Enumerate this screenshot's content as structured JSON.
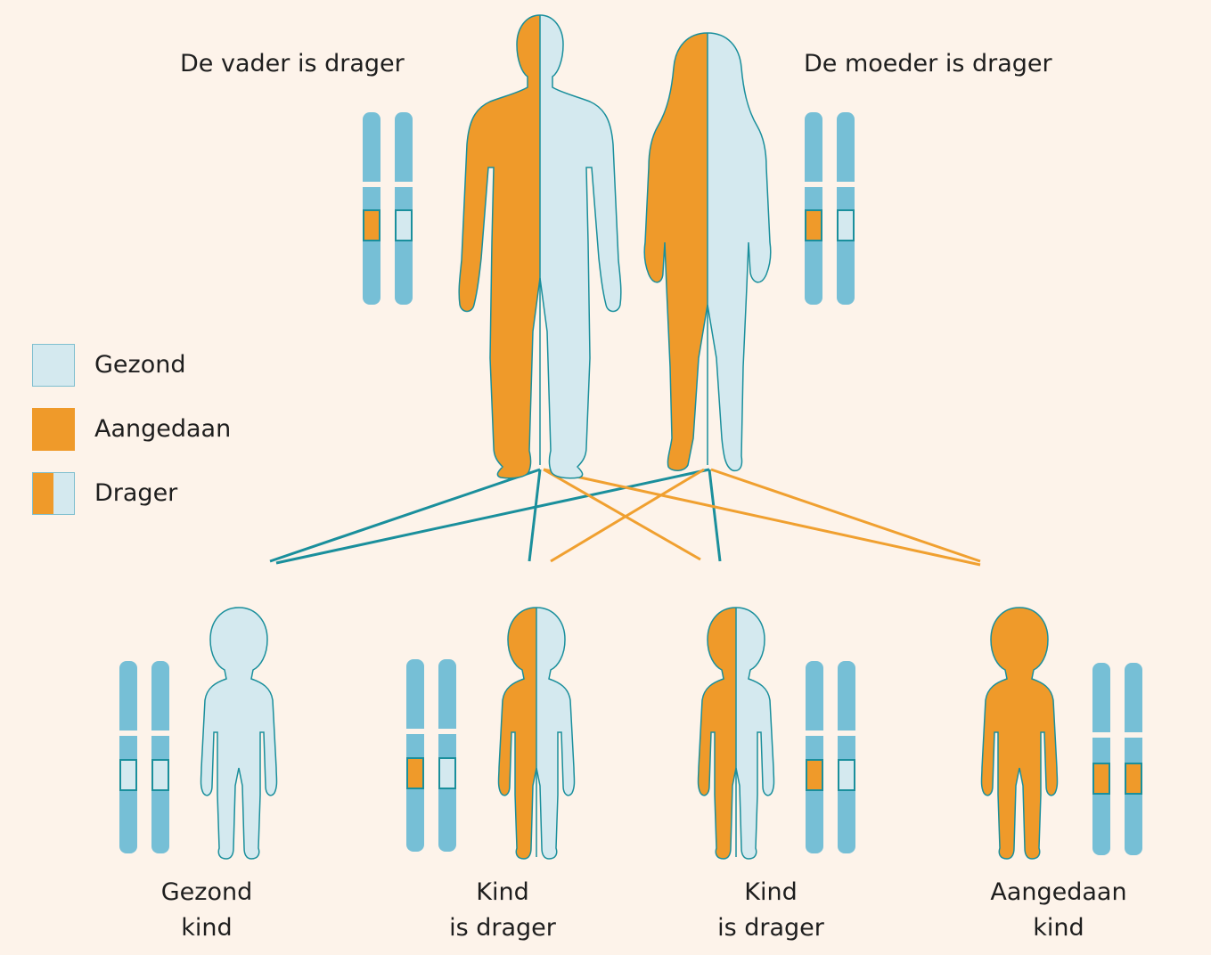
{
  "colors": {
    "background": "#fdf3ea",
    "healthy": "#d4e9ef",
    "affected": "#ef9a2a",
    "chromosome": "#76bfd6",
    "teal_line": "#1a8f9c",
    "orange_line": "#f0a030"
  },
  "parents": {
    "father_label": "De vader is drager",
    "mother_label": "De moeder is drager"
  },
  "legend": {
    "healthy": "Gezond",
    "affected": "Aangedaan",
    "carrier": "Drager"
  },
  "children": [
    {
      "line1": "Gezond",
      "line2": "kind",
      "status": "healthy"
    },
    {
      "line1": "Kind",
      "line2": "is drager",
      "status": "carrier"
    },
    {
      "line1": "Kind",
      "line2": "is drager",
      "status": "carrier"
    },
    {
      "line1": "Aangedaan",
      "line2": "kind",
      "status": "affected"
    }
  ]
}
